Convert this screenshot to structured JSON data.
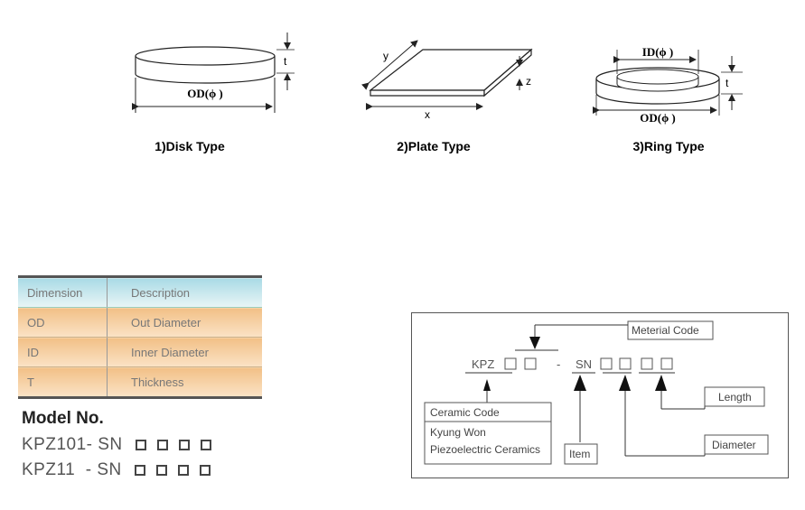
{
  "diagrams": {
    "disk": {
      "caption": "1)Disk Type",
      "od_label": "OD(ϕ )",
      "t_label": "t"
    },
    "plate": {
      "caption": "2)Plate Type",
      "x_label": "x",
      "y_label": "y",
      "z_label": "z"
    },
    "ring": {
      "caption": "3)Ring Type",
      "id_label": "ID(ϕ )",
      "od_label": "OD(ϕ )",
      "t_label": "t"
    }
  },
  "dimension_table": {
    "headers": [
      "Dimension",
      "Description"
    ],
    "rows": [
      {
        "dimension": "OD",
        "description": "Out Diameter"
      },
      {
        "dimension": "ID",
        "description": "Inner Diameter"
      },
      {
        "dimension": "T",
        "description": "Thickness"
      }
    ]
  },
  "model": {
    "title": "Model No.",
    "lines": [
      "KPZ101- SN",
      "KPZ11  - SN"
    ]
  },
  "code_diagram": {
    "prefix": "KPZ",
    "dash": "-",
    "series": "SN",
    "material_code": "Meterial Code",
    "ceramic_code": "Ceramic Code",
    "kyung_won": "Kyung Won",
    "piezo": "Piezoelectric Ceramics",
    "item": "Item",
    "length": "Length",
    "diameter": "Diameter"
  }
}
